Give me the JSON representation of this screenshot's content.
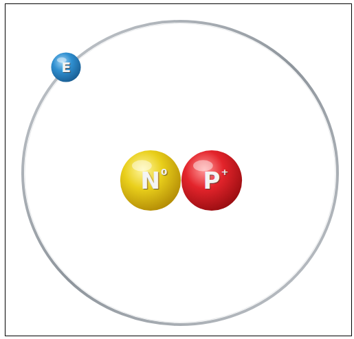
{
  "diagram": {
    "nodes": [
      {
        "text": [
          "E"
        ]
      },
      {
        "text": [
          "N",
          "0"
        ]
      },
      {
        "text": [
          "P",
          "+"
        ]
      }
    ]
  }
}
